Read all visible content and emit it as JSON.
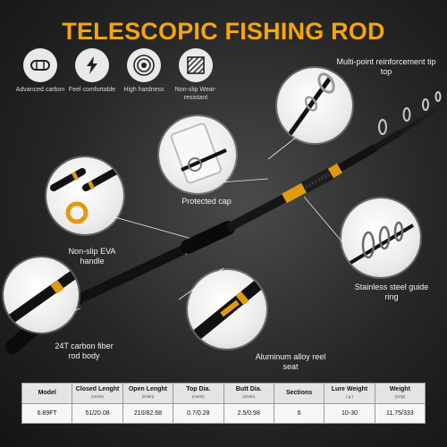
{
  "title": "TELESCOPIC FISHING ROD",
  "colors": {
    "accent": "#f6a50a",
    "background": "#262626"
  },
  "features": [
    {
      "icon": "carbon-tube-icon",
      "label": "Advanced carbon"
    },
    {
      "icon": "lightning-icon",
      "label": "Feel comfortable"
    },
    {
      "icon": "concentric-rings-icon",
      "label": "High hardness"
    },
    {
      "icon": "hatched-square-icon",
      "label": "Non-slip Wear-resistant"
    }
  ],
  "callouts": {
    "tip_top": "Multi-point reinforcement tip top",
    "cap": "Protected cap",
    "handle": "Non-slip EVA handle",
    "guide_ring": "Stainless steel guide ring",
    "body": "24T carbon fiber rod body",
    "reel_seat": "Aluminum alloy reel seat"
  },
  "spec_table": {
    "headers": [
      {
        "label": "Model",
        "unit": ""
      },
      {
        "label": "Closed Lenght",
        "unit": "(cm/in)"
      },
      {
        "label": "Open Lenght",
        "unit": "(cm/in)"
      },
      {
        "label": "Top Dia.",
        "unit": "(cm/in)"
      },
      {
        "label": "Butt Dia.",
        "unit": "(cm/in)"
      },
      {
        "label": "Sections",
        "unit": ""
      },
      {
        "label": "Lure Weight",
        "unit": "( g )"
      },
      {
        "label": "Weight",
        "unit": "(oz/g)"
      }
    ],
    "rows": [
      [
        "6.89FT",
        "51/20.08",
        "210/82.68",
        "0.7/0.28",
        "2.5/0.98",
        "6",
        "10-30",
        "11.75/333"
      ]
    ]
  }
}
